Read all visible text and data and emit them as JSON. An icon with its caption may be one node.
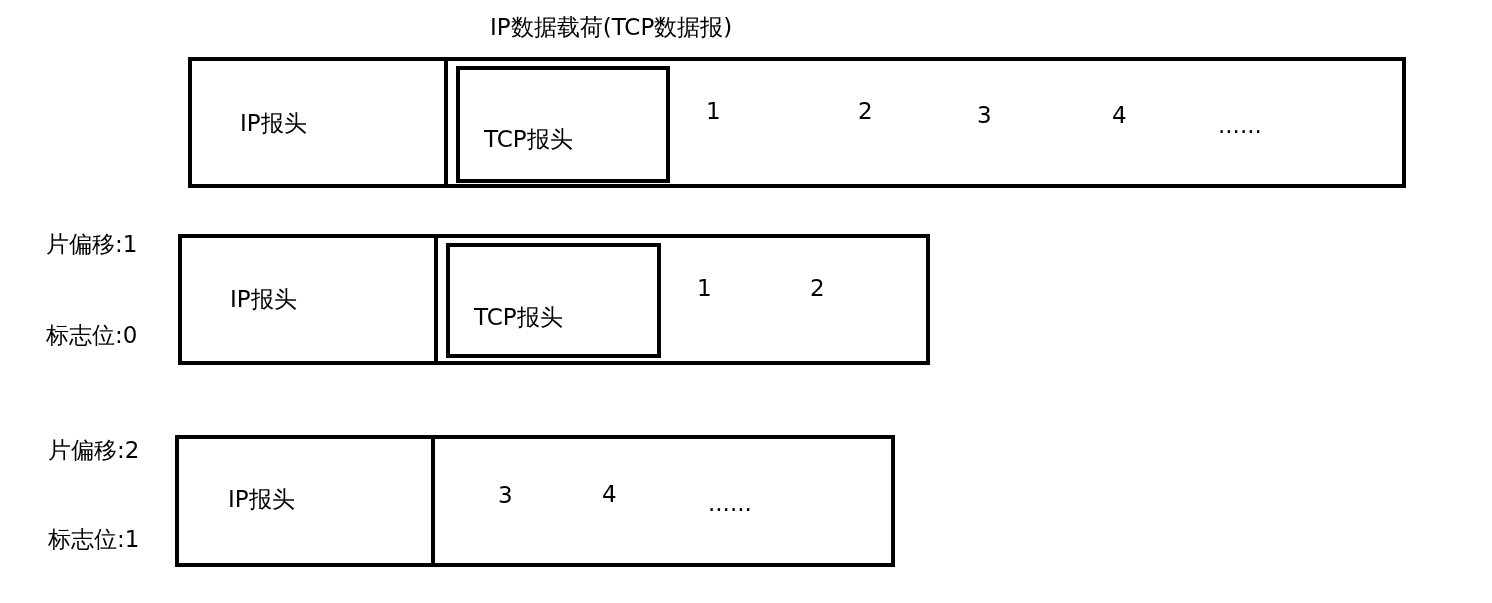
{
  "diagram": {
    "nodes": [
      {
        "text": [
          "IP报头"
        ]
      },
      {
        "text": [
          "IP数据载荷(TCP数据报)"
        ]
      },
      {
        "text": [
          "TCP报头"
        ],
        "in": 1
      },
      {
        "text": [
          "IP报头"
        ]
      },
      {
        "text": [],
        "shape": "box"
      },
      {
        "text": [
          "TCP报头"
        ],
        "in": 4
      },
      {
        "text": [
          "IP报头"
        ]
      },
      {
        "text": [],
        "shape": "box"
      }
    ],
    "edges": [],
    "labels": [
      "1",
      "2",
      "3",
      "4",
      "......",
      "片偏移:1",
      "1",
      "2",
      "标志位:0",
      "片偏移:2",
      "3",
      "4",
      "......",
      "标志位:1"
    ]
  }
}
